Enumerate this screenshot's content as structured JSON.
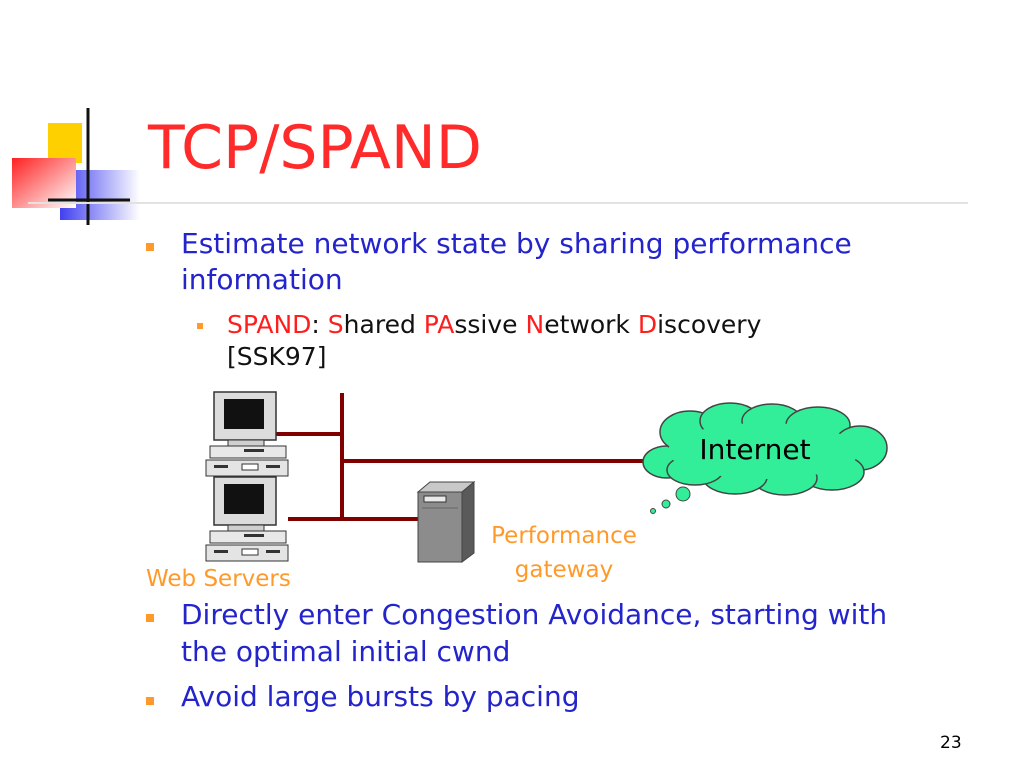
{
  "title": "TCP/SPAND",
  "bullets": [
    {
      "line1": "Estimate network state by sharing performance",
      "line2": "information"
    },
    {
      "line1": "Directly enter Congestion Avoidance, starting with",
      "line2": "the optimal initial cwnd"
    },
    {
      "line1": "Avoid large bursts by pacing"
    }
  ],
  "sub_bullet": {
    "acronym": "SPAND",
    "colon": ":",
    "p1": "S",
    "p1r": "hared",
    "p2": "PA",
    "p2r": "ssive",
    "p3": "N",
    "p3r": "etwork",
    "p4": "D",
    "p4r": "iscovery",
    "line2": "[SSK97]"
  },
  "diagram": {
    "cloud_label": "Internet",
    "servers_label": "Web Servers",
    "gateway_label_1": "Performance",
    "gateway_label_2": "gateway"
  },
  "page_number": "23",
  "colors": {
    "title": "#ff2a2a",
    "bullet_text": "#2424cc",
    "accent_orange": "#ff9a2a",
    "network_line": "#800000",
    "cloud_fill": "#33ee99"
  }
}
